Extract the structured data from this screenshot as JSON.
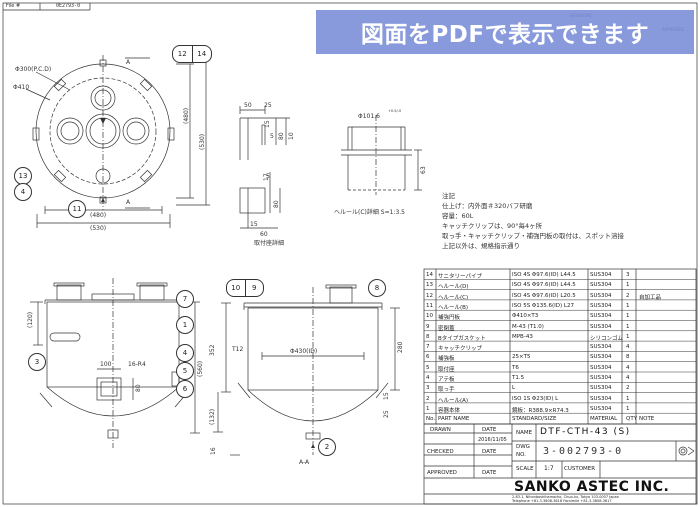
{
  "file_label": "File #",
  "file_number": "0E2793-0",
  "banner_text": "図面をPDFで表示できます",
  "revisions": {
    "title": "REVISIONS",
    "approved": "APPROVED"
  },
  "top_view": {
    "d_pcd": "Φ300(P.C.D)",
    "d_410": "Φ410",
    "w_480": "(480)",
    "w_530": "(530)",
    "h_480": "(480)",
    "h_530": "(530)",
    "section_a": "A",
    "bubbles": [
      "12",
      "14",
      "13",
      "4",
      "11"
    ]
  },
  "leg_detail": {
    "d50": "50",
    "d25": "25",
    "d80": "80",
    "d10": "10",
    "d15": "15",
    "d5": "5",
    "d17": "17",
    "d80b": "80",
    "d5b": "5",
    "t15": "15",
    "t60": "60",
    "caption": "取付座詳細"
  },
  "ferrule_detail": {
    "d_top": "Φ101.6",
    "d_sub": "+0.5/-0",
    "d_63": "63",
    "caption": "ヘルール(C)詳細  S=1:3.5"
  },
  "notes": {
    "header": "注記",
    "lines": [
      "仕上げ：内外面＃320バフ研磨",
      "容量：60L",
      "キャッチクリップは、90°毎4ヶ所",
      "取っ手・キャッチクリップ・補強円板の取付は、スポット溶接",
      "上記以外は、規格指示通り"
    ]
  },
  "parts": {
    "rows": [
      {
        "no": "14",
        "name": "サニタリーパイプ",
        "spec": "ISO 4S Φ97.6(ID) L44.5",
        "mat": "SUS304",
        "qty": "3",
        "note": ""
      },
      {
        "no": "13",
        "name": "ヘルール(D)",
        "spec": "ISO 4S Φ97.6(ID) L44.5",
        "mat": "SUS304",
        "qty": "1",
        "note": ""
      },
      {
        "no": "12",
        "name": "ヘルール(C)",
        "spec": "ISO 4S Φ97.6(ID) L20.5",
        "mat": "SUS304",
        "qty": "2",
        "note": "自加工品"
      },
      {
        "no": "11",
        "name": "ヘルール(B)",
        "spec": "ISO 5S Φ135.6(ID) L27",
        "mat": "SUS304",
        "qty": "1",
        "note": ""
      },
      {
        "no": "10",
        "name": "補強円板",
        "spec": "Φ410×T3",
        "mat": "SUS304",
        "qty": "1",
        "note": ""
      },
      {
        "no": "9",
        "name": "密閉蓋",
        "spec": "M-43 (T1.0)",
        "mat": "SUS304",
        "qty": "1",
        "note": ""
      },
      {
        "no": "8",
        "name": "Bタイプガスケット",
        "spec": "MPB-43",
        "mat": "シリコンゴム",
        "qty": "1",
        "note": ""
      },
      {
        "no": "7",
        "name": "キャッチクリップ",
        "spec": "",
        "mat": "SUS304",
        "qty": "4",
        "note": ""
      },
      {
        "no": "6",
        "name": "補強板",
        "spec": "25×T5",
        "mat": "SUS304",
        "qty": "8",
        "note": ""
      },
      {
        "no": "5",
        "name": "取付座",
        "spec": "T6",
        "mat": "SUS304",
        "qty": "4",
        "note": ""
      },
      {
        "no": "4",
        "name": "アテ板",
        "spec": "T1.5",
        "mat": "SUS304",
        "qty": "4",
        "note": ""
      },
      {
        "no": "3",
        "name": "取っ手",
        "spec": "L",
        "mat": "SUS304",
        "qty": "2",
        "note": ""
      },
      {
        "no": "2",
        "name": "ヘルール(A)",
        "spec": "ISO 1S Φ23(ID) L",
        "mat": "SUS304",
        "qty": "1",
        "note": ""
      },
      {
        "no": "1",
        "name": "容器本体",
        "spec": "鏡板：R388.9×R74.3",
        "mat": "SUS304",
        "qty": "1",
        "note": ""
      }
    ],
    "header": {
      "no": "No.",
      "name": "PART NAME",
      "spec": "STANDARD/SIZE",
      "mat": "MATERIAL",
      "qty": "QTY",
      "note": "NOTE"
    }
  },
  "title_block": {
    "drawn_label": "DRAWN",
    "date_label": "DATE",
    "drawn_date": "2016/11/05",
    "checked_label": "CHECKED",
    "approved_label": "APPROVED",
    "name_label": "NAME",
    "name_value": "DTF-CTH-43 (S)",
    "dwg_label": "DWG",
    "no_label": "NO.",
    "dwg_no": "3-002793-0",
    "scale_label": "SCALE",
    "scale_value": "1:7",
    "customer_label": "CUSTOMER",
    "company": "SANKO ASTEC INC.",
    "address": "2-83-1, Nihonbashihamacho, Chuo-ku, Tokyo 103-0007 Japan",
    "phone": "Telephone +81-3-3808-3618  Facsimile +81-3-3808-3617"
  },
  "section_view": {
    "label": "A-A",
    "t12": "T12",
    "d430": "Φ430(ID)",
    "h352": "352",
    "h280": "280",
    "h560": "(560)",
    "h120": "(120)",
    "h132": "(132)",
    "w100": "100",
    "r16": "16-R4",
    "d80": "80",
    "d15": "15",
    "d16": "16",
    "d25": "25",
    "bubbles": [
      "7",
      "1",
      "3",
      "4",
      "5",
      "6",
      "10",
      "9",
      "8",
      "2"
    ]
  }
}
